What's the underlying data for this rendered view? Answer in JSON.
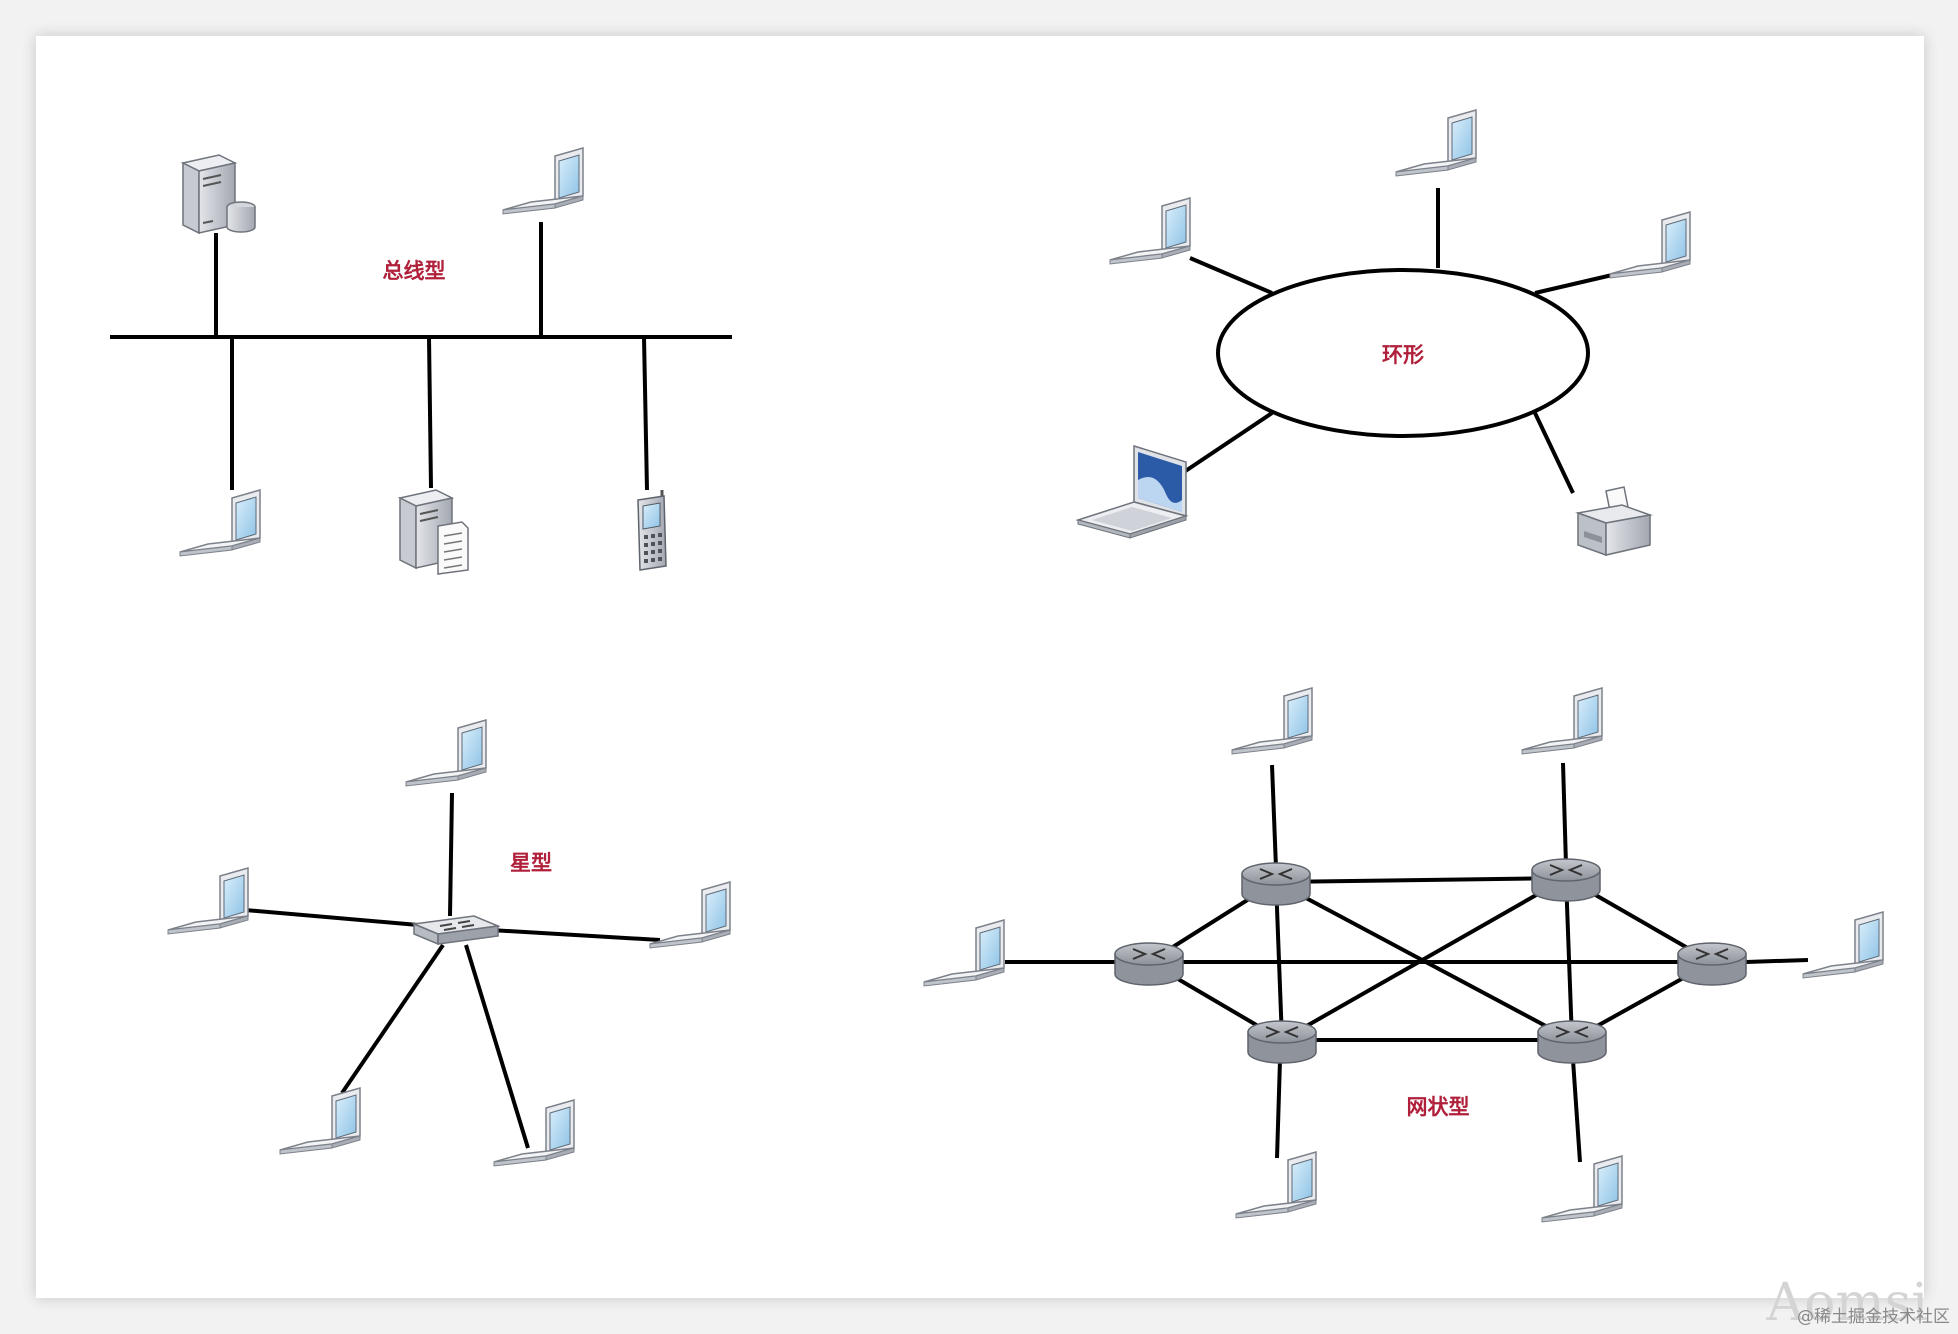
{
  "diagram": {
    "bus": {
      "label": "总线型"
    },
    "ring": {
      "label": "环形"
    },
    "star": {
      "label": "星型"
    },
    "mesh": {
      "label": "网状型"
    }
  },
  "watermark": {
    "logo_text": "Aomsi",
    "caption": "@稀土掘金技术社区"
  },
  "colors": {
    "label": "#b0203a",
    "link": "#000000",
    "screen": "#a9d2ee",
    "device_body": "#b9bcc4",
    "router": "#9fa3ab"
  },
  "icons": {
    "laptop": "laptop-icon",
    "server": "server-icon",
    "file_server": "file-server-icon",
    "phone": "mobile-phone-icon",
    "printer": "printer-icon",
    "switch": "switch-icon",
    "router": "router-icon"
  }
}
